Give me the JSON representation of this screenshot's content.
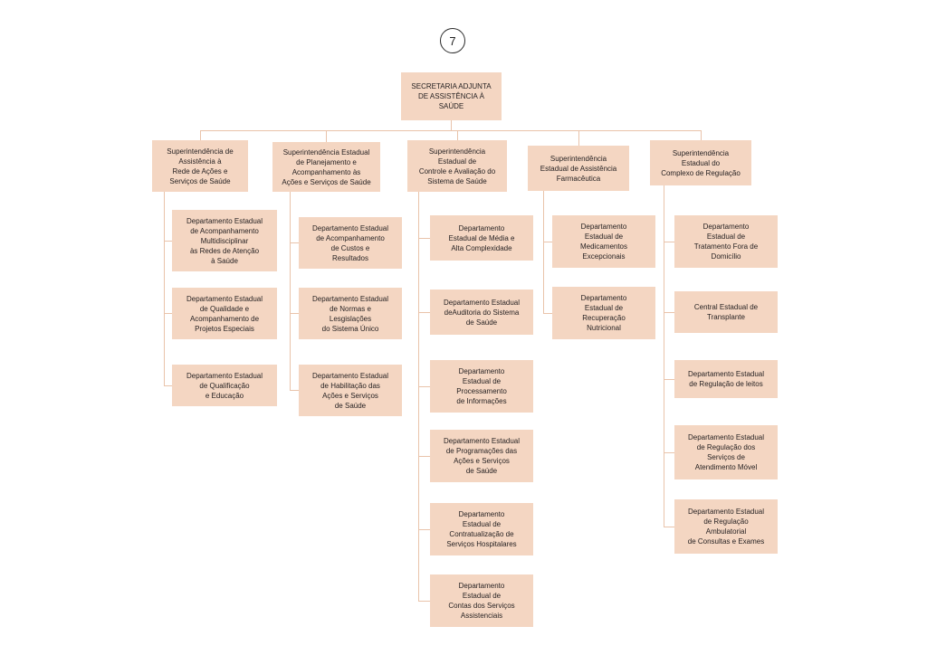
{
  "page_number": "7",
  "colors": {
    "box_fill": "#f4d6c2",
    "line": "#e9c3aa",
    "text": "#231f20",
    "circle_border": "#2b2b2b",
    "background": "#ffffff"
  },
  "root": {
    "label": "SECRETARIA ADJUNTA\nDE  ASSISTÊNCIA À\nSAÚDE"
  },
  "columns": [
    {
      "title": "Superintendência de\nAssistência à\nRede de Ações e\nServiços de Saúde",
      "departments": [
        "Departamento Estadual\nde Acompanhamento\nMultidisciplinar\nàs Redes de Atenção\nà Saúde",
        "Departamento Estadual\nde Qualidade e\nAcompanhamento de\nProjetos Especiais",
        "Departamento Estadual\nde Qualificação\ne Educação"
      ]
    },
    {
      "title": "Superintendência Estadual\nde Planejamento e\nAcompanhamento às\nAções e Serviços de Saúde",
      "departments": [
        "Departamento Estadual\nde Acompanhamento\nde Custos e\nResultados",
        "Departamento Estadual\nde Normas e\nLesgislações\ndo Sistema Único",
        "Departamento Estadual\nde Habilitação das\nAções e Serviços\nde Saúde"
      ]
    },
    {
      "title": "Superintendência\nEstadual de\nControle e Avaliação do\nSistema de Saúde",
      "departments": [
        "Departamento\nEstadual de Média e\nAlta Complexidade",
        "Departamento Estadual\ndeAuditoria do Sistema\nde Saúde",
        "Departamento\nEstadual de\nProcessamento\nde Informações",
        "Departamento Estadual\nde Programações das\nAções e Serviços\nde Saúde",
        "Departamento\nEstadual de\nContratualização de\nServiços Hospitalares",
        "Departamento\nEstadual de\nContas dos Serviços\nAssistenciais"
      ]
    },
    {
      "title": "Superintendência\nEstadual de Assistência\nFarmacêutica",
      "departments": [
        "Departamento\nEstadual de\nMedicamentos\nExcepcionais",
        "Departamento\nEstadual de\nRecuperação\nNutricional"
      ]
    },
    {
      "title": "Superintendência\nEstadual do\nComplexo de Regulação",
      "departments": [
        "Departamento\nEstadual de\nTratamento Fora de\nDomicílio",
        "Central Estadual de\nTransplante",
        "Departamento Estadual\nde Regulação de leitos",
        "Departamento Estadual\nde Regulação dos\nServiços de\nAtendimento Móvel",
        "Departamento Estadual\nde Regulação\nAmbulatorial\nde Consultas e Exames"
      ]
    }
  ]
}
